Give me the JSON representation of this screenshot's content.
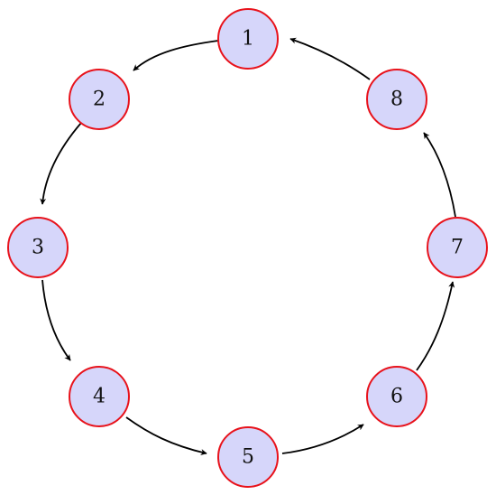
{
  "diagram": {
    "nodes": [
      {
        "id": "n1",
        "label": "1"
      },
      {
        "id": "n2",
        "label": "2"
      },
      {
        "id": "n3",
        "label": "3"
      },
      {
        "id": "n4",
        "label": "4"
      },
      {
        "id": "n5",
        "label": "5"
      },
      {
        "id": "n6",
        "label": "6"
      },
      {
        "id": "n7",
        "label": "7"
      },
      {
        "id": "n8",
        "label": "8"
      }
    ],
    "edges": [
      {
        "from": "1",
        "to": "2"
      },
      {
        "from": "2",
        "to": "3"
      },
      {
        "from": "3",
        "to": "4"
      },
      {
        "from": "4",
        "to": "5"
      },
      {
        "from": "5",
        "to": "6"
      },
      {
        "from": "6",
        "to": "7"
      },
      {
        "from": "7",
        "to": "8"
      },
      {
        "from": "8",
        "to": "1"
      }
    ],
    "colors": {
      "node_fill": "#d6d6fa",
      "node_stroke": "#e8121b",
      "edge": "#000000"
    }
  }
}
